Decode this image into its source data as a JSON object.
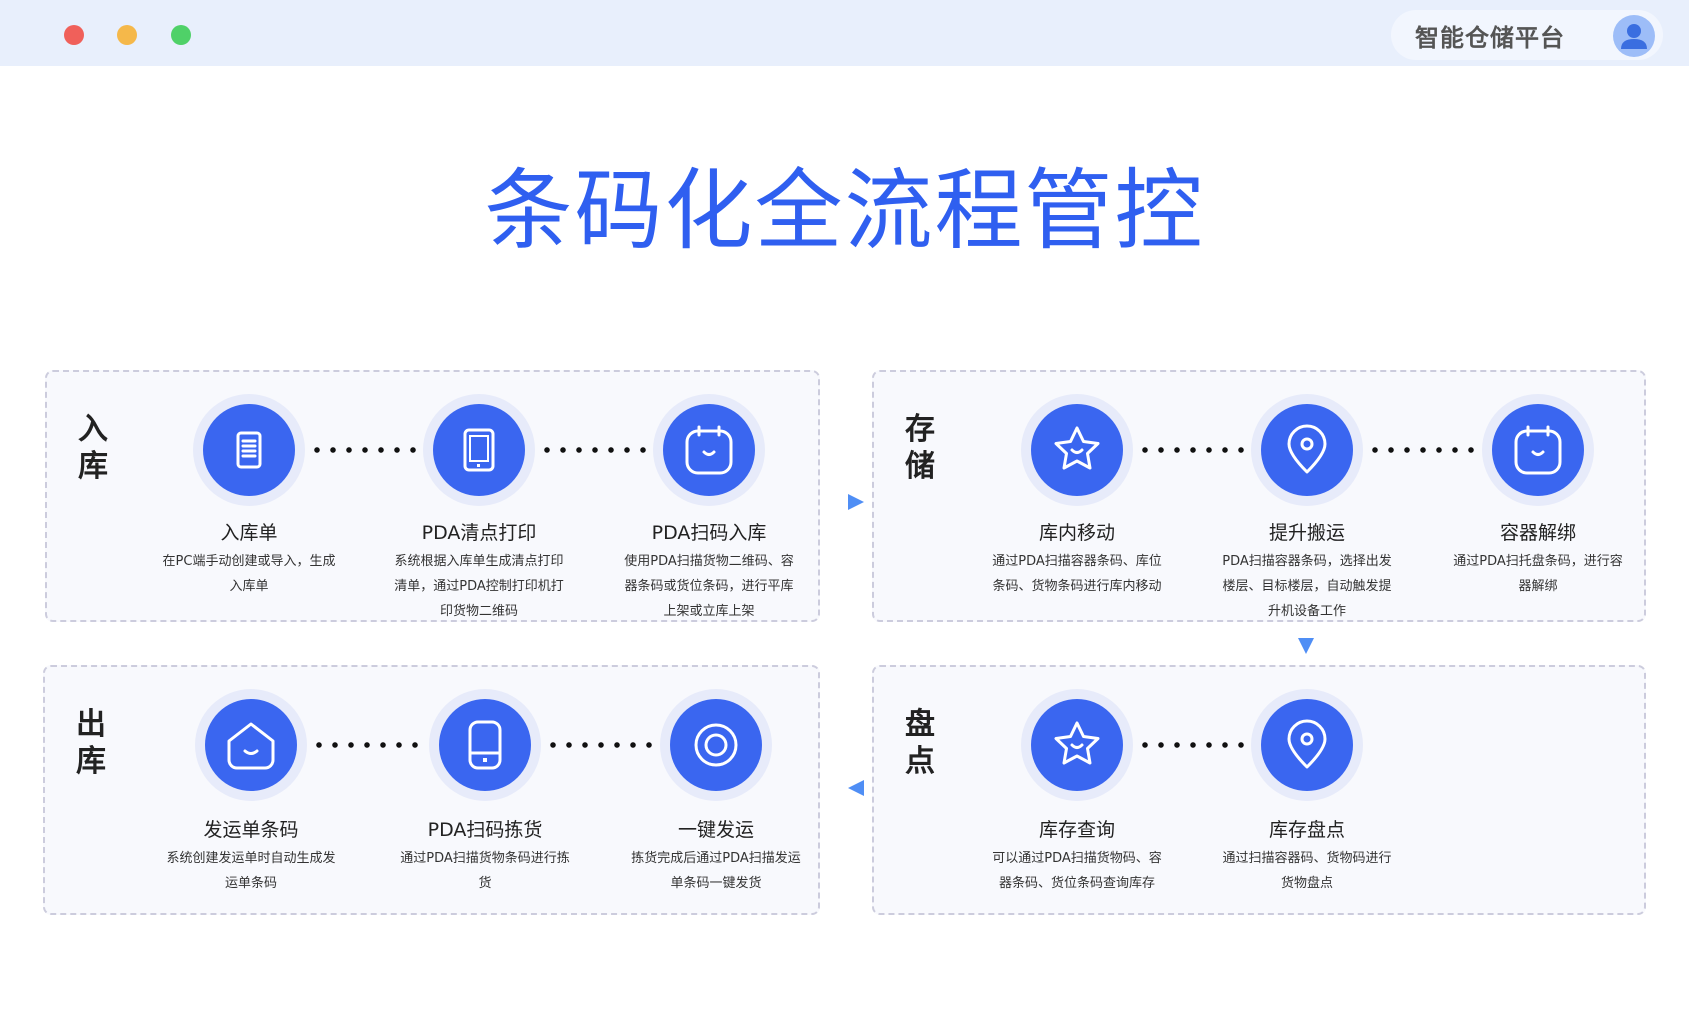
{
  "window": {
    "brand": "智能仓储平台",
    "controls": [
      "close",
      "minimize",
      "maximize"
    ]
  },
  "title": "条码化全流程管控",
  "colors": {
    "accent": "#3a66f0",
    "title": "#2f5ff0"
  },
  "sections": [
    {
      "label": "入库",
      "steps": [
        {
          "icon": "document-icon",
          "title": "入库单",
          "desc": "在PC端手动创建或导入，生成入库单"
        },
        {
          "icon": "tablet-icon",
          "title": "PDA清点打印",
          "desc": "系统根据入库单生成清点打印清单，通过PDA控制打印机打印货物二维码"
        },
        {
          "icon": "calendar-icon",
          "title": "PDA扫码入库",
          "desc": "使用PDA扫描货物二维码、容器条码或货位条码，进行平库上架或立库上架"
        }
      ]
    },
    {
      "label": "存储",
      "steps": [
        {
          "icon": "star-icon",
          "title": "库内移动",
          "desc": "通过PDA扫描容器条码、库位条码、货物条码进行库内移动"
        },
        {
          "icon": "location-pin-icon",
          "title": "提升搬运",
          "desc": "PDA扫描容器条码，选择出发楼层、目标楼层，自动触发提升机设备工作"
        },
        {
          "icon": "calendar-icon",
          "title": "容器解绑",
          "desc": "通过PDA扫托盘条码，进行容器解绑"
        }
      ]
    },
    {
      "label": "出库",
      "steps": [
        {
          "icon": "home-icon",
          "title": "发运单条码",
          "desc": "系统创建发运单时自动生成发运单条码"
        },
        {
          "icon": "phone-icon",
          "title": "PDA扫码拣货",
          "desc": "通过PDA扫描货物条码进行拣货"
        },
        {
          "icon": "target-icon",
          "title": "一键发运",
          "desc": "拣货完成后通过PDA扫描发运单条码一键发货"
        }
      ]
    },
    {
      "label": "盘点",
      "steps": [
        {
          "icon": "star-icon",
          "title": "库存查询",
          "desc": "可以通过PDA扫描货物码、容器条码、货位条码查询库存"
        },
        {
          "icon": "location-pin-icon",
          "title": "库存盘点",
          "desc": "通过扫描容器码、货物码进行货物盘点"
        }
      ]
    }
  ]
}
